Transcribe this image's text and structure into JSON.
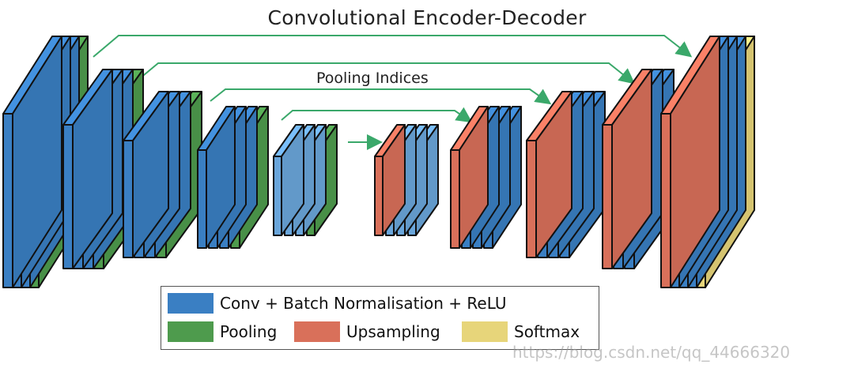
{
  "title": "Convolutional Encoder-Decoder",
  "subtitle": "Pooling Indices",
  "colors": {
    "conv": "#3a7fc3",
    "conv_light": "#6aa6db",
    "pool": "#4e9b4d",
    "upsample": "#d9705a",
    "softmax": "#e7d57a",
    "outline": "#111111",
    "arrow": "#3aa86a"
  },
  "legend": {
    "conv": "Conv + Batch Normalisation + ReLU",
    "pool": "Pooling",
    "upsample": "Upsampling",
    "softmax": "Softmax"
  },
  "watermark": "https://blog.csdn.net/qq_44666320"
}
